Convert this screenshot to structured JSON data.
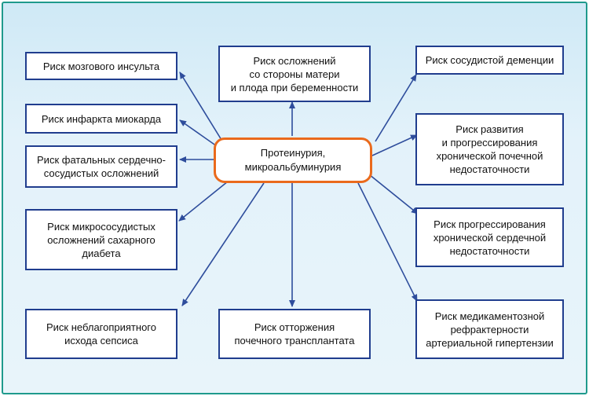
{
  "center": "Протеинурия,\nмикроальбуминурия",
  "boxes": {
    "stroke": "Риск мозгового инсульта",
    "mi": "Риск инфаркта миокарда",
    "fatal_cv": "Риск фатальных сердечно-\nсосудистых осложнений",
    "microvascular_dm": "Риск микрососудистых\nосложнений сахарного\nдиабета",
    "sepsis": "Риск неблагоприятного\nисхода сепсиса",
    "pregnancy": "Риск осложнений\nсо стороны матери\nи плода при беременности",
    "transplant": "Риск отторжения\nпочечного трансплантата",
    "vascular_dementia": "Риск сосудистой деменции",
    "ckd": "Риск развития\nи прогрессирования\nхронической почечной\nнедостаточности",
    "chf": "Риск прогрессирования\nхронической сердечной\nнедостаточности",
    "refractory_htn": "Риск медикаментозной\nрефрактерности\nартериальной гипертензии"
  },
  "colors": {
    "frame": "#1f9a8c",
    "box_border": "#203d8e",
    "center_border": "#ea6a1c",
    "arrow": "#2e4d9c"
  }
}
